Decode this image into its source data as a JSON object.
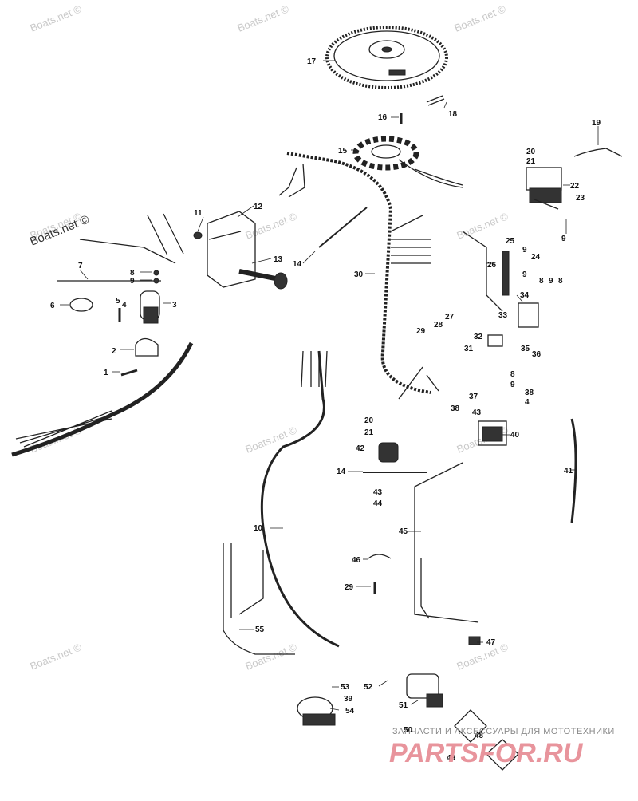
{
  "watermarks": {
    "site": "Boats.net ©",
    "brand_tagline": "ЗАПЧАСТИ И АКСЕССУАРЫ ДЛЯ МОТОТЕХНИКИ",
    "brand_name": "PARTSFOR.RU"
  },
  "part_labels": {
    "p1": "1",
    "p2": "2",
    "p3": "3",
    "p4": "4",
    "p5": "5",
    "p6": "6",
    "p7": "7",
    "p8": "8",
    "p9": "9",
    "p10": "10",
    "p11": "11",
    "p12": "12",
    "p13": "13",
    "p14": "14",
    "p15": "15",
    "p16": "16",
    "p17": "17",
    "p18": "18",
    "p19": "19",
    "p20": "20",
    "p21": "21",
    "p22": "22",
    "p23": "23",
    "p24": "24",
    "p25": "25",
    "p26": "26",
    "p27": "27",
    "p28": "28",
    "p29": "29",
    "p30": "30",
    "p31": "31",
    "p32": "32",
    "p33": "33",
    "p34": "34",
    "p35": "35",
    "p36": "36",
    "p37": "37",
    "p38": "38",
    "p39": "39",
    "p40": "40",
    "p41": "41",
    "p42": "42",
    "p43": "43",
    "p44": "44",
    "p45": "45",
    "p46": "46",
    "p47": "47",
    "p48": "48",
    "p49": "49",
    "p50": "50",
    "p51": "51",
    "p52": "52",
    "p53": "53",
    "p54": "54",
    "p55": "55"
  }
}
